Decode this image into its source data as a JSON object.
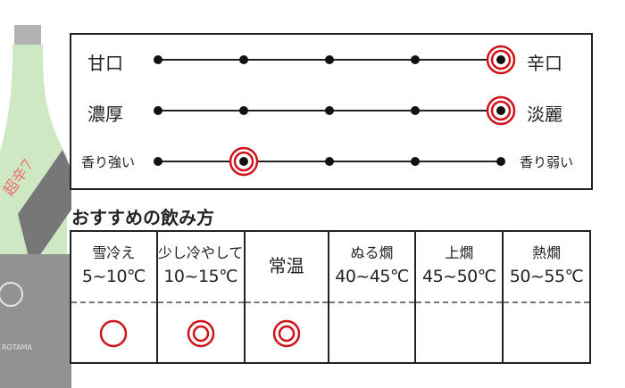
{
  "taste_chart": {
    "rows": [
      {
        "left": "甘口",
        "right": "辛口",
        "level": 5,
        "steps": 5
      },
      {
        "left": "濃厚",
        "right": "淡麗",
        "level": 5,
        "steps": 5
      },
      {
        "left": "香り強い",
        "right": "香り弱い",
        "level": 2,
        "steps": 5
      }
    ],
    "marker_color": "#d0121b"
  },
  "serving": {
    "title": "おすすめの飲み方",
    "columns": [
      {
        "name": "雪冷え",
        "temp": "5~10℃",
        "rating": "circle"
      },
      {
        "name": "少し冷やして",
        "temp": "10~15℃",
        "rating": "double-circle"
      },
      {
        "name": "常温",
        "temp": "",
        "rating": "double-circle"
      },
      {
        "name": "ぬる燗",
        "temp": "40~45℃",
        "rating": ""
      },
      {
        "name": "上燗",
        "temp": "45~50℃",
        "rating": ""
      },
      {
        "name": "熱燗",
        "temp": "50~55℃",
        "rating": ""
      }
    ]
  },
  "bottle_label": {
    "text": "超辛7"
  }
}
